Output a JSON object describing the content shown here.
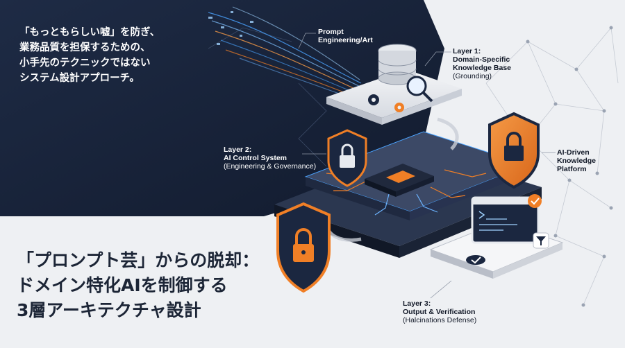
{
  "intro_lines": [
    "「もっともらしい嘘」を防ぎ、",
    "業務品質を担保するための、",
    "小手先のテクニックではない",
    "システム設計アプローチ。"
  ],
  "headline_lines": [
    "「プロンプト芸」からの脱却：",
    "ドメイン特化AIを制御する",
    "3層アーキテクチャ設計"
  ],
  "labels": {
    "prompt": {
      "line1": "Prompt",
      "line2": "Engineering/Art"
    },
    "layer1": {
      "line1": "Layer 1:",
      "line2": "Domain-Specific",
      "line3": "Knowledge Base",
      "sub": "(Grounding)"
    },
    "layer2": {
      "line1": "Layer 2:",
      "line2": "AI Control System",
      "sub": "(Engineering & Governance)"
    },
    "layer3": {
      "line1": "Layer 3:",
      "line2": "Output & Verification",
      "sub": "(Halcinations Defense)"
    },
    "platform": {
      "line1": "AI-Driven",
      "line2": "Knowledge",
      "line3": "Platform"
    }
  },
  "colors": {
    "navy": "#1b2740",
    "accent": "#f07f26",
    "glow": "#4aa3ff",
    "light": "#eef0f3"
  }
}
